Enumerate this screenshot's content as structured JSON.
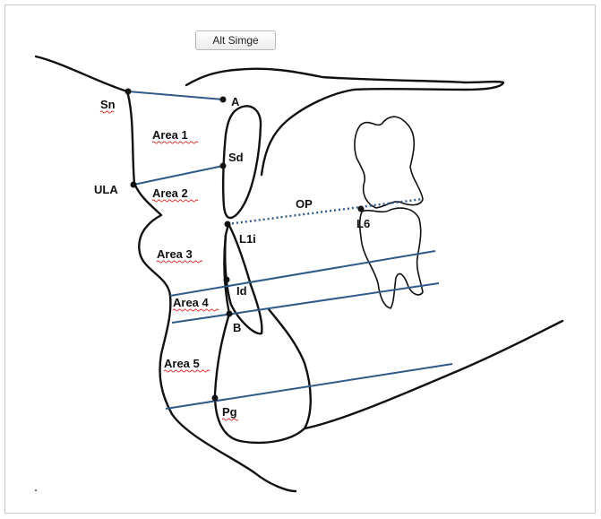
{
  "button": {
    "label": "Alt Simge"
  },
  "labels": {
    "sn": "Sn",
    "a": "A",
    "area1": "Area 1",
    "sd": "Sd",
    "ula": "ULA",
    "area2": "Area 2",
    "op": "OP",
    "l6": "L6",
    "l1i": "L1i",
    "area3": "Area 3",
    "id": "Id",
    "area4": "Area 4",
    "b": "B",
    "area5": "Area 5",
    "pg": "Pg"
  },
  "colors": {
    "reference_line": "#2f5a8a",
    "outline": "#111111",
    "spellcheck_underline": "#d9312b"
  }
}
